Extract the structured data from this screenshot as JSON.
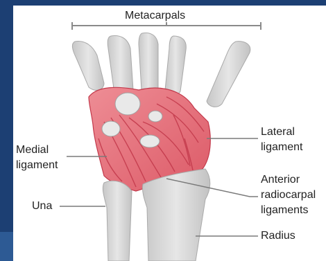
{
  "labels": {
    "metacarpals": "Metacarpals",
    "lateral_ligament_1": "Lateral",
    "lateral_ligament_2": "ligament",
    "medial_ligament_1": "Medial",
    "medial_ligament_2": "ligament",
    "anterior_1": "Anterior",
    "anterior_2": "radiocarpal",
    "anterior_3": "ligaments",
    "una": "Una",
    "radius": "Radius"
  },
  "colors": {
    "frame": "#1c3f73",
    "bone": "#dcdcdc",
    "bone_shadow": "#b9b9b9",
    "ligament": "#e8707a",
    "ligament_line": "#c2384a",
    "leader_line": "#777777"
  }
}
